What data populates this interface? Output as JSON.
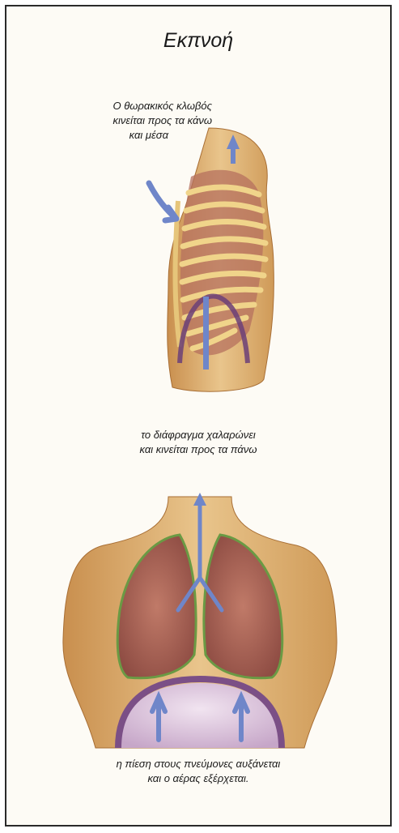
{
  "title": "Εκπνοή",
  "captions": {
    "ribcage": [
      "Ο θωρακικός κλωβός",
      "κινείται προς τα κάνω",
      "και μέσα"
    ],
    "diaphragm": [
      "το διάφραγμα χαλαρώνει",
      "και κινείται προς τα πάνω"
    ],
    "pressure": [
      "η πίεση στους πνεύμονες αυξάνεται",
      "και ο αέρας εξέρχεται."
    ]
  },
  "colors": {
    "skin": "#e2b77a",
    "skin_dark": "#c98f4e",
    "rib": "#f0d48a",
    "lung": "#b66a5c",
    "arrow": "#6f86c9",
    "diaphragm": "#7b4f86"
  }
}
